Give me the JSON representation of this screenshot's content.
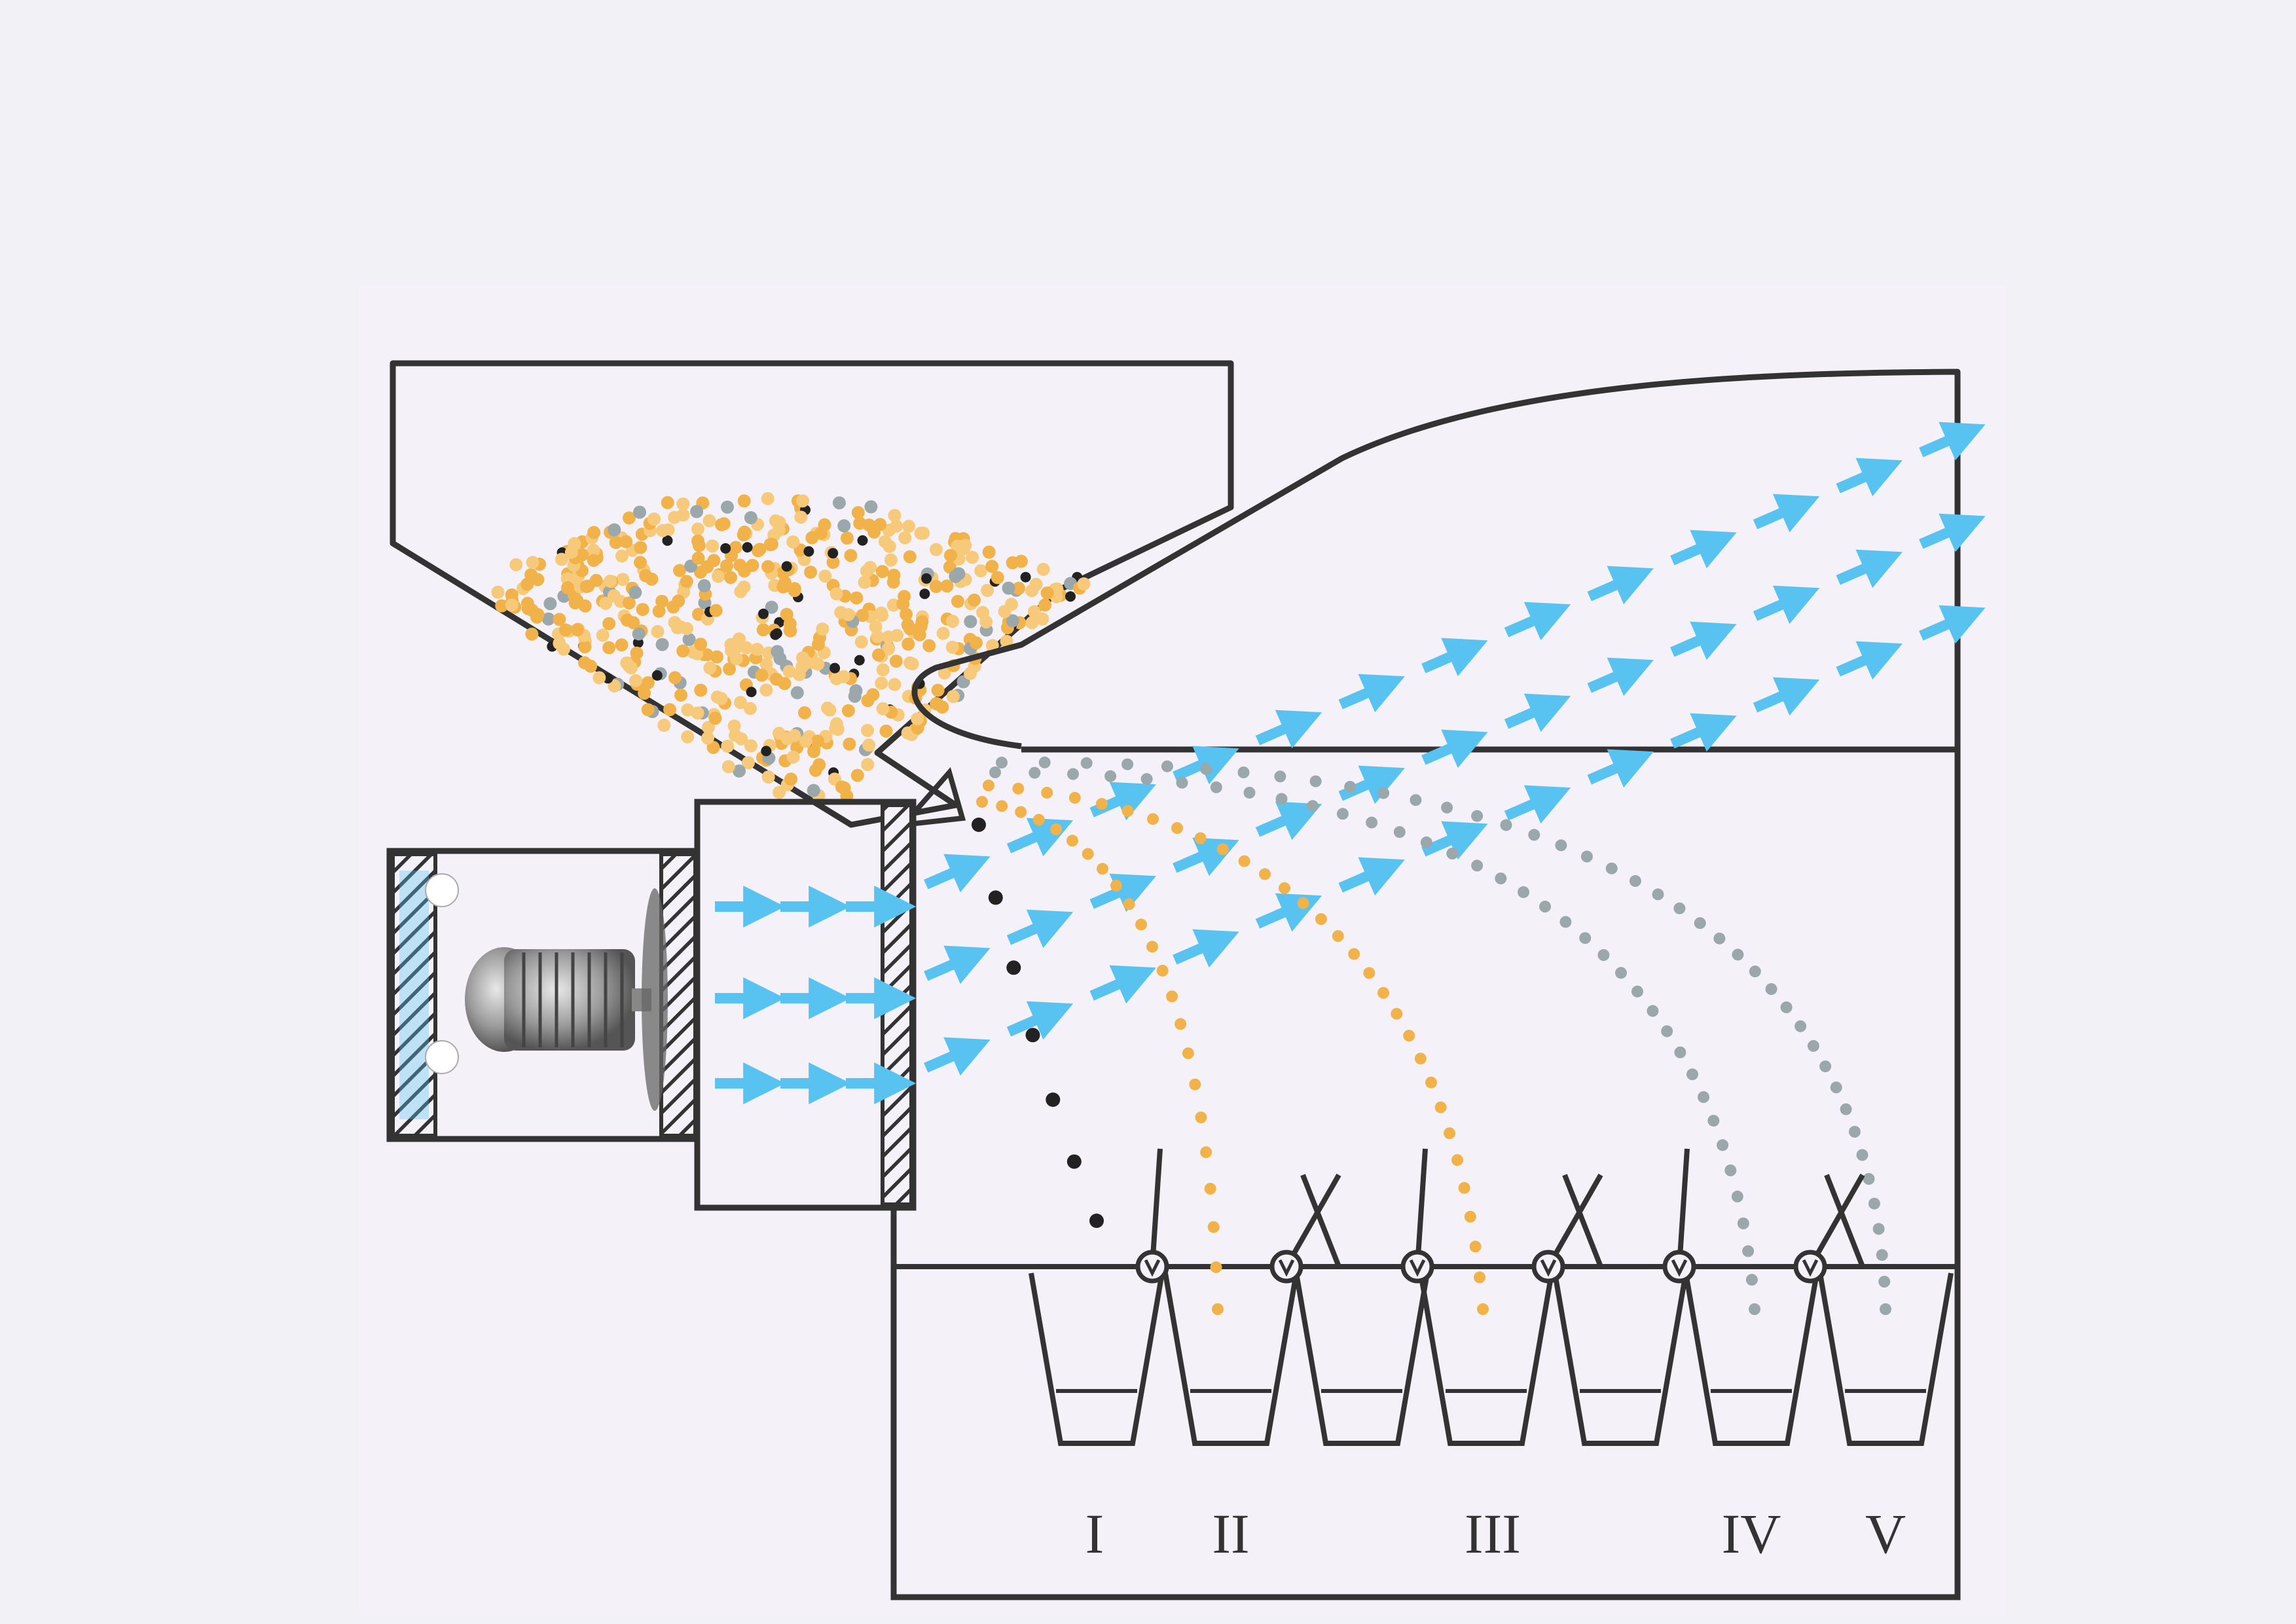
{
  "bins": [
    {
      "id": "bin-1",
      "label": "I"
    },
    {
      "id": "bin-2",
      "label": "II"
    },
    {
      "id": "bin-3",
      "label": "III"
    },
    {
      "id": "bin-4",
      "label": "IV"
    },
    {
      "id": "bin-5",
      "label": "V"
    }
  ],
  "colors": {
    "outline": "#333333",
    "grain": "#f2b24a",
    "grain_light": "#f7c97a",
    "light_particle": "#9aa7ab",
    "heavy_particle": "#222222",
    "airflow": "#58c3f0",
    "paper": "#f2f1f5",
    "sheet": "#f4f2f8"
  }
}
